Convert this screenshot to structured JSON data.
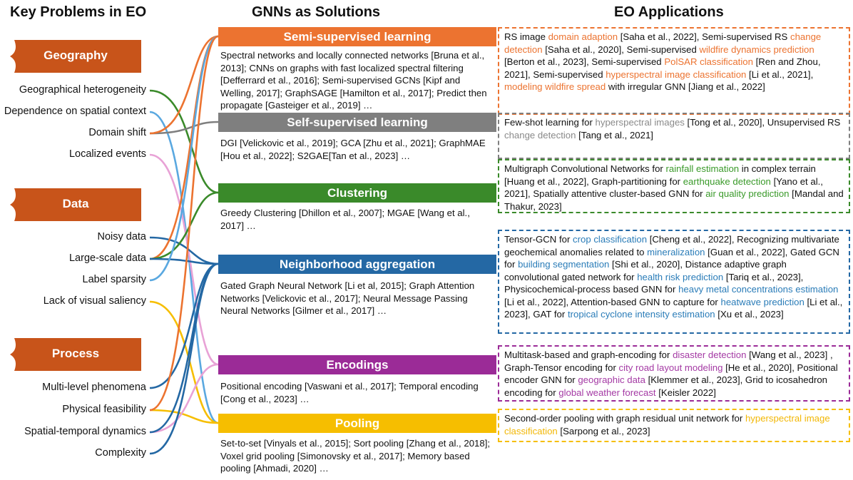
{
  "titles": {
    "left": "Key Problems in EO",
    "middle": "GNNs as Solutions",
    "right": "EO Applications"
  },
  "colors": {
    "category": "#c8541a",
    "semi": "#ec7330",
    "self": "#7f7f7f",
    "cluster": "#3a8a2a",
    "neigh": "#2468a4",
    "enc": "#9b2b97",
    "pool": "#f6be00",
    "semi_hl": "#ec7330",
    "self_hl": "#8a8a8a",
    "cluster_hl": "#3a9a2a",
    "neigh_hl": "#2a7cb8",
    "enc_hl": "#a43aa4",
    "pool_hl": "#f2b705",
    "link_lightblue": "#5aa8e0",
    "link_pink": "#e8a2d6"
  },
  "categories": [
    {
      "label": "Geography",
      "problems": [
        "Geographical heterogeneity",
        "Dependence on spatial context",
        "Domain shift",
        "Localized events"
      ]
    },
    {
      "label": "Data",
      "problems": [
        "Noisy data",
        "Large-scale data",
        "Label sparsity",
        "Lack of visual saliency"
      ]
    },
    {
      "label": "Process",
      "problems": [
        "Multi-level phenomena",
        "Physical feasibility",
        "Spatial-temporal dynamics",
        "Complexity"
      ]
    }
  ],
  "methods": [
    {
      "label": "Semi-supervised learning",
      "text": "Spectral networks and locally connected networks [Bruna et al., 2013]; CNNs on graphs with fast localized spectral filtering [Defferrard et al., 2016]; Semi-supervised GCNs [Kipf and Welling, 2017]; GraphSAGE [Hamilton et al., 2017]; Predict then propagate [Gasteiger et al., 2019] …"
    },
    {
      "label": "Self-supervised learning",
      "text": "DGI [Velickovic et al., 2019]; GCA [Zhu et al., 2021]; GraphMAE [Hou et al., 2022]; S2GAE[Tan et al., 2023] …"
    },
    {
      "label": "Clustering",
      "text": "Greedy Clustering [Dhillon et al., 2007]; MGAE [Wang et al., 2017] …"
    },
    {
      "label": "Neighborhood aggregation",
      "text": "Gated Graph Neural Network [Li et al, 2015]; Graph Attention Networks [Velickovic et al., 2017]; Neural Message Passing Neural Networks [Gilmer et al., 2017] …"
    },
    {
      "label": "Encodings",
      "text": "Positional encoding [Vaswani et al., 2017]; Temporal encoding [Cong et al., 2023] …"
    },
    {
      "label": "Pooling",
      "text": "Set-to-set [Vinyals et al., 2015]; Sort pooling [Zhang et al., 2018]; Voxel grid pooling [Simonovsky et al., 2017]; Memory based pooling [Ahmadi, 2020] …"
    }
  ],
  "applications": [
    {
      "parts": [
        {
          "t": "RS image "
        },
        {
          "t": "domain adaption",
          "hl": true
        },
        {
          "t": " [Saha et al., 2022], Semi-supervised RS "
        },
        {
          "t": "change detection",
          "hl": true
        },
        {
          "t": " [Saha et al., 2020], Semi-supervised "
        },
        {
          "t": "wildfire dynamics prediction",
          "hl": true
        },
        {
          "t": " [Berton et al., 2023], Semi-supervised "
        },
        {
          "t": "PolSAR classification",
          "hl": true
        },
        {
          "t": " [Ren and Zhou, 2021], Semi-supervised "
        },
        {
          "t": "hyperspectral image classification",
          "hl": true
        },
        {
          "t": " [Li et al., 2021], "
        },
        {
          "t": "modeling wildfire spread",
          "hl": true
        },
        {
          "t": " with irregular GNN [Jiang et al., 2022]"
        }
      ]
    },
    {
      "parts": [
        {
          "t": "Few-shot learning for "
        },
        {
          "t": "hyperspectral images",
          "hl": true
        },
        {
          "t": " [Tong et al., 2020], Unsupervised RS "
        },
        {
          "t": "change detection",
          "hl": true
        },
        {
          "t": " [Tang et al., 2021]"
        }
      ]
    },
    {
      "parts": [
        {
          "t": "Multigraph Convolutional Networks for "
        },
        {
          "t": "rainfall estimation",
          "hl": true
        },
        {
          "t": " in complex terrain [Huang et al., 2022], Graph-partitioning for "
        },
        {
          "t": "earthquake detection",
          "hl": true
        },
        {
          "t": " [Yano et al., 2021], Spatially attentive cluster-based GNN for "
        },
        {
          "t": "air quality prediction",
          "hl": true
        },
        {
          "t": " [Mandal and Thakur, 2023]"
        }
      ]
    },
    {
      "parts": [
        {
          "t": "Tensor-GCN for "
        },
        {
          "t": "crop classification",
          "hl": true
        },
        {
          "t": " [Cheng et al., 2022], Recognizing multivariate geochemical anomalies related to "
        },
        {
          "t": "mineralization",
          "hl": true
        },
        {
          "t": " [Guan et al., 2022], Gated GCN for "
        },
        {
          "t": "building segmentation",
          "hl": true
        },
        {
          "t": " [Shi et al., 2020], Distance adaptive graph convolutional gated network for "
        },
        {
          "t": "health risk prediction",
          "hl": true
        },
        {
          "t": " [Tariq et al., 2023], Physicochemical-process based GNN for "
        },
        {
          "t": "heavy metal concentrations estimation",
          "hl": true
        },
        {
          "t": " [Li et al., 2022], Attention-based GNN to capture for "
        },
        {
          "t": "heatwave prediction",
          "hl": true
        },
        {
          "t": " [Li et al., 2023], GAT for "
        },
        {
          "t": "tropical cyclone intensity estimation",
          "hl": true
        },
        {
          "t": " [Xu et al., 2023]"
        }
      ]
    },
    {
      "parts": [
        {
          "t": "Multitask-based and graph-encoding for "
        },
        {
          "t": "disaster detection",
          "hl": true
        },
        {
          "t": " [Wang et al., 2023] , Graph-Tensor encoding for "
        },
        {
          "t": "city road layout modeling",
          "hl": true
        },
        {
          "t": " [He et al., 2020], Positional encoder GNN for "
        },
        {
          "t": "geographic data",
          "hl": true
        },
        {
          "t": " [Klemmer et al., 2023], Grid to icosahedron encoding for "
        },
        {
          "t": "global weather forecast",
          "hl": true
        },
        {
          "t": " [Keisler 2022]"
        }
      ]
    },
    {
      "parts": [
        {
          "t": "Second-order pooling with graph residual unit network for "
        },
        {
          "t": "hyperspectral image classification",
          "hl": true
        },
        {
          "t": " [Sarpong et al., 2023]"
        }
      ]
    }
  ]
}
